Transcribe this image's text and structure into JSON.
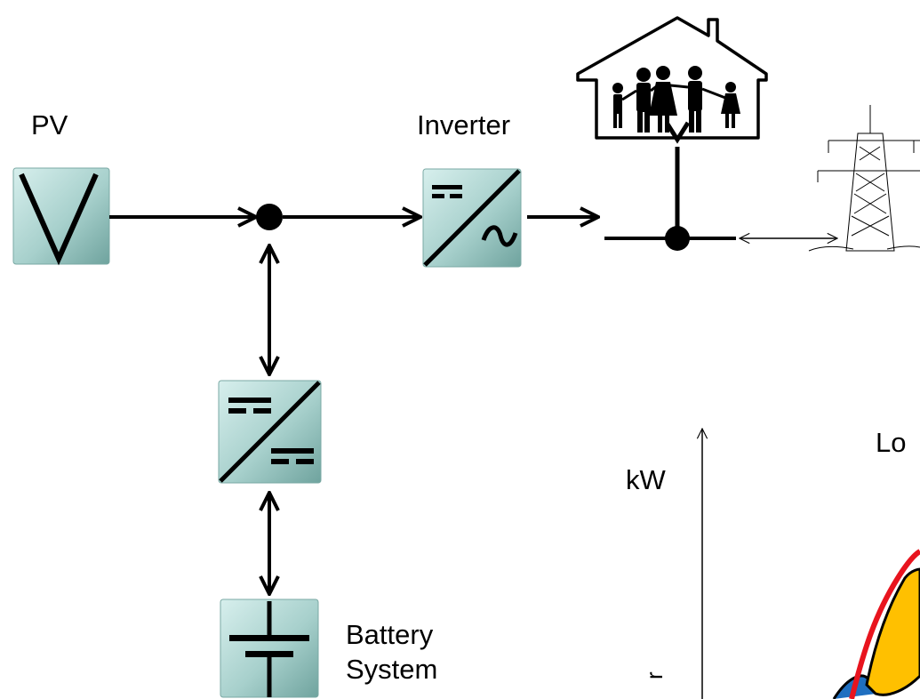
{
  "labels": {
    "pv": "PV",
    "inverter": "Inverter",
    "battery_line1": "Battery",
    "battery_line2": "System",
    "chart_unit": "kW",
    "chart_title_partial": "Lo",
    "chart_axis_partial": "r"
  },
  "colors": {
    "box_fill_light": "#cfe8e6",
    "box_fill_dark": "#7fb2ad",
    "line": "#000000",
    "curve_red": "#e8141e",
    "curve_yellow": "#ffc000",
    "curve_blue": "#1f6fc0"
  },
  "icons": {
    "pv": "solar-panel-icon",
    "inverter": "dc-ac-inverter-icon",
    "dcdc": "dc-dc-converter-icon",
    "battery": "battery-icon",
    "house": "house-family-icon",
    "grid": "power-pylon-icon"
  }
}
